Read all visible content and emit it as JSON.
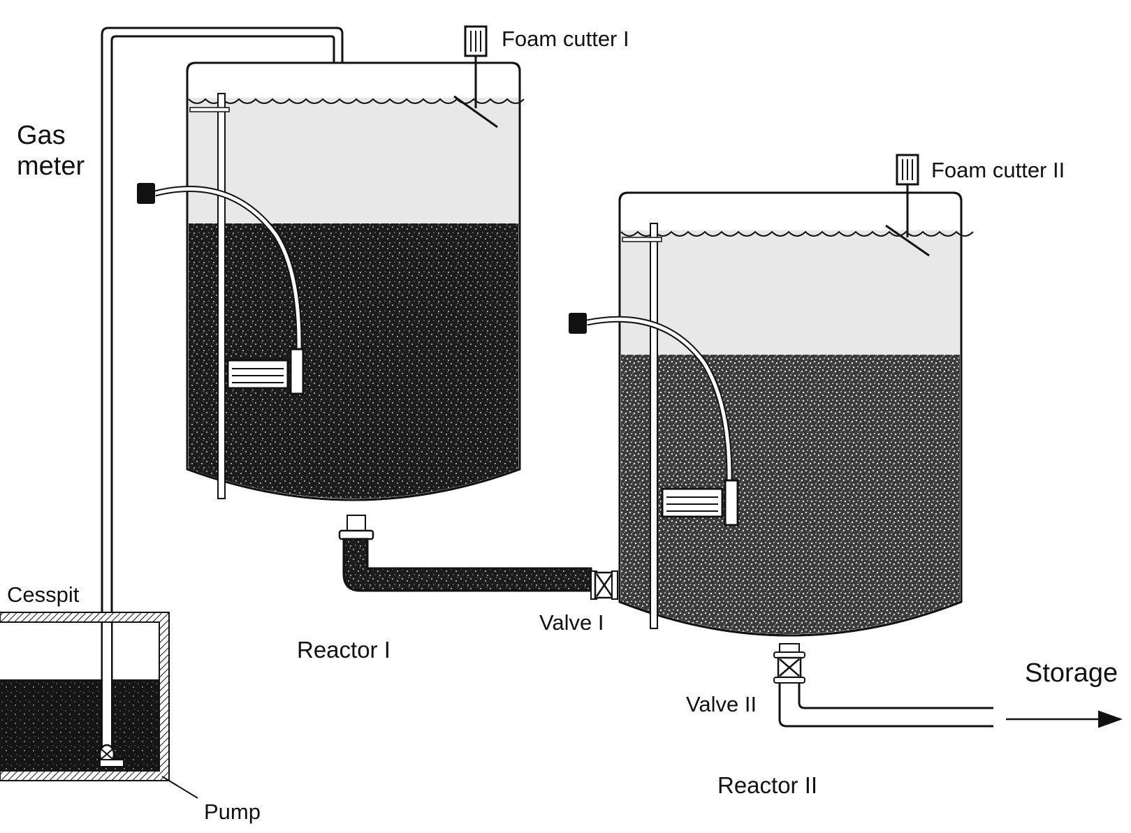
{
  "labels": {
    "gas_meter_line1": "Gas",
    "gas_meter_line2": "meter",
    "foam_cutter_1": "Foam cutter I",
    "foam_cutter_2": "Foam cutter II",
    "cesspit": "Cesspit",
    "pump": "Pump",
    "reactor_1": "Reactor I",
    "reactor_2": "Reactor II",
    "valve_1": "Valve I",
    "valve_2": "Valve II",
    "storage": "Storage"
  },
  "colors": {
    "line": "#111111",
    "headspace": "#e8e8e8",
    "sludge_reactor_1": "#1c1c1c",
    "sludge_reactor_2": "#3a3a3a",
    "sludge_cesspit": "#151515"
  }
}
